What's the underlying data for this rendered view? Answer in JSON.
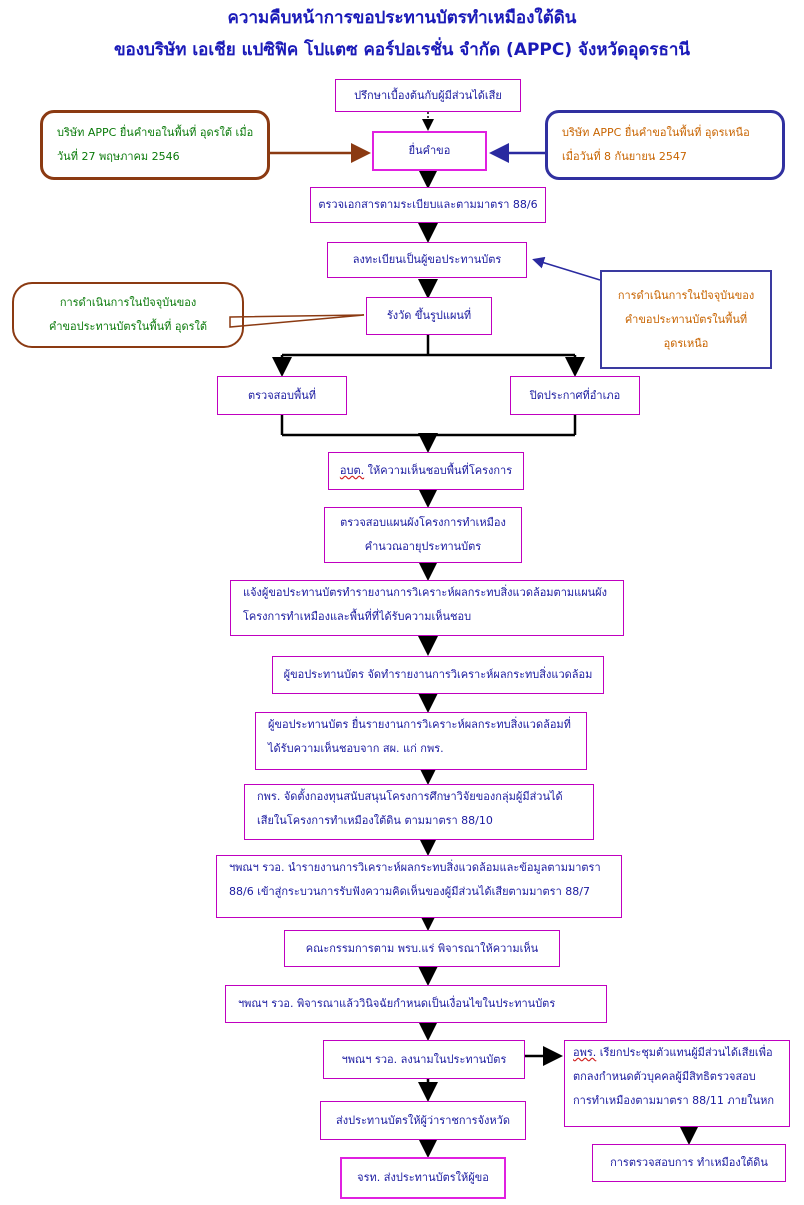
{
  "title": {
    "line1": "ความคืบหน้าการขอประทานบัตรทำเหมืองใต้ดิน",
    "line2": "ของบริษัท เอเชีย แปซิฟิค โปแตซ คอร์ปอเรชั่น จำกัด (APPC) จังหวัดอุดรธานี"
  },
  "steps": {
    "s1": "ปรึกษาเบื้องต้นกับผู้มีส่วนได้เสีย",
    "s2": "ยื่นคำขอ",
    "s3": "ตรวจเอกสารตามระเบียบและตามมาตรา 88/6",
    "s4": "ลงทะเบียนเป็นผู้ขอประทานบัตร",
    "s5": "รังวัด ขึ้นรูปแผนที่",
    "s6a": "ตรวจสอบพื้นที่",
    "s6b": "ปิดประกาศที่อำเภอ",
    "s7_u": "อบต.",
    "s7": " ให้ความเห็นชอบพื้นที่โครงการ",
    "s8_l1": "ตรวจสอบแผนผังโครงการทำเหมือง",
    "s8_l2": "คำนวณอายุประทานบัตร",
    "s9_l1": "แจ้งผู้ขอประทานบัตรทำรายงานการวิเคราะห์ผลกระทบสิ่งแวดล้อมตามแผนผัง",
    "s9_l2": "โครงการทำเหมืองและพื้นที่ที่ได้รับความเห็นชอบ",
    "s10": "ผู้ขอประทานบัตร จัดทำรายงานการวิเคราะห์ผลกระทบสิ่งแวดล้อม",
    "s11_l1": "ผู้ขอประทานบัตร ยื่นรายงานการวิเคราะห์ผลกระทบสิ่งแวดล้อมที่",
    "s11_l2": "ได้รับความเห็นชอบจาก สผ. แก่ กพร.",
    "s12_l1": "กพร. จัดตั้งกองทุนสนับสนุนโครงการศึกษาวิจัยของกลุ่มผู้มีส่วนได้",
    "s12_l2": "เสียในโครงการทำเหมืองใต้ดิน ตามมาตรา 88/10",
    "s13_l1": "ฯพณฯ รวอ. นำรายงานการวิเคราะห์ผลกระทบสิ่งแวดล้อมและข้อมูลตามมาตรา",
    "s13_l2": "88/6 เข้าสู่กระบวนการรับฟังความคิดเห็นของผู้มีส่วนได้เสียตามมาตรา 88/7",
    "s14": "คณะกรรมการตาม พรบ.แร่ พิจารณาให้ความเห็น",
    "s15": "ฯพณฯ รวอ. พิจารณาแล้ววินิจฉัยกำหนดเป็นเงื่อนไขในประทานบัตร",
    "s16": "ฯพณฯ รวอ. ลงนามในประทานบัตร",
    "s17": "ส่งประทานบัตรให้ผู้ว่าราชการจังหวัด",
    "s18": "จรท. ส่งประทานบัตรให้ผู้ขอ",
    "r1_u": "อพร.",
    "r1_l1": " เรียกประชุมตัวแทนผู้มีส่วนได้เสียเพื่อ",
    "r1_l2": "ตกลงกำหนดตัวบุคคลผู้มีสิทธิตรวจสอบ",
    "r1_l3": "การทำเหมืองตามมาตรา 88/11 ภายในหก",
    "r2": "การตรวจสอบการ ทำเหมืองใต้ดิน"
  },
  "callouts": {
    "south_filed_l1": "บริษัท APPC ยื่นคำขอในพื้นที่ อุดรใต้ เมื่อ",
    "south_filed_l2": "วันที่ 27 พฤษภาคม 2546",
    "north_filed_l1": "บริษัท APPC ยื่นคำขอในพื้นที่ อุดรเหนือ",
    "north_filed_l2": "เมื่อวันที่ 8 กันยายน 2547",
    "south_current_l1": "การดำเนินการในปัจจุบันของ",
    "south_current_l2": "คำขอประทานบัตรในพื้นที่ อุดรใต้",
    "north_current_l1": "การดำเนินการในปัจจุบันของ",
    "north_current_l2": "คำขอประทานบัตรในพื้นที่",
    "north_current_l3": "อุดรเหนือ"
  },
  "colors": {
    "title": "#1a1ab8",
    "box_border": "#c000c0",
    "box_text": "#1a1aa0",
    "callout_south_border": "#8b3a12",
    "callout_north_border": "#3030a0",
    "callout_south_text": "#0a7a0a",
    "callout_north_text": "#c86400"
  }
}
